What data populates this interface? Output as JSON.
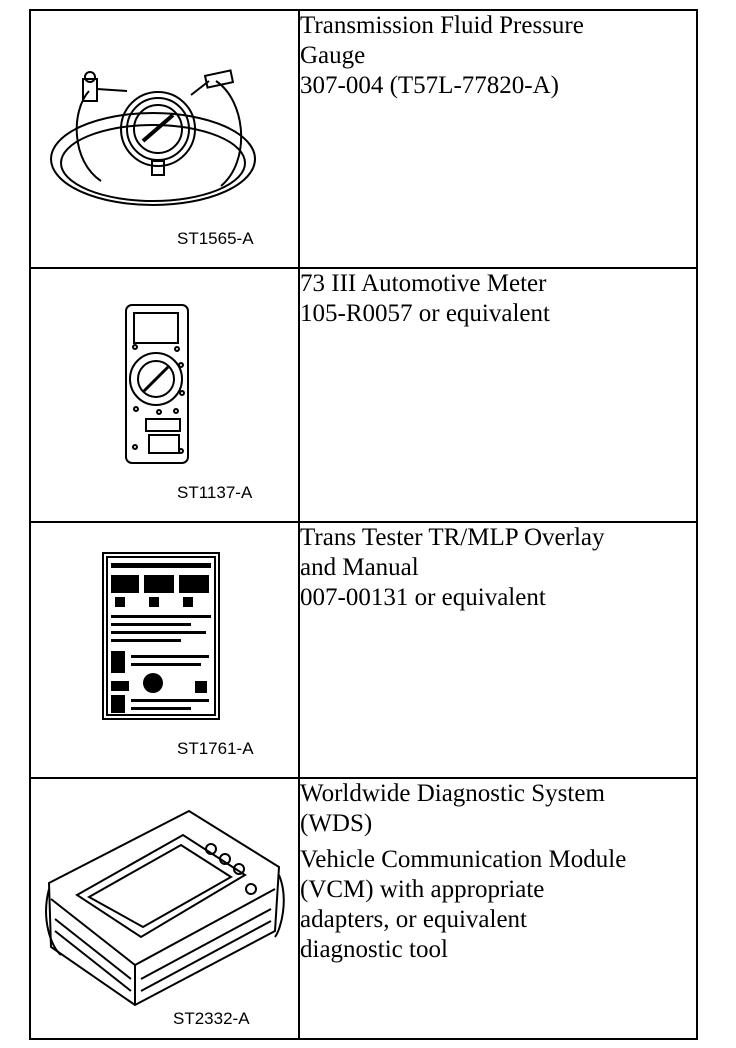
{
  "rows": [
    {
      "image_code": "ST1565-A",
      "icon": "pressure-gauge-icon",
      "lines": [
        "Transmission Fluid Pressure",
        "Gauge",
        "307-004 (T57L-77820-A)"
      ]
    },
    {
      "image_code": "ST1137-A",
      "icon": "multimeter-icon",
      "lines": [
        "73 III Automotive Meter",
        "105-R0057 or equivalent"
      ]
    },
    {
      "image_code": "ST1761-A",
      "icon": "overlay-sheet-icon",
      "lines": [
        "Trans Tester TR/MLP Overlay",
        "and Manual",
        "007-00131 or equivalent"
      ]
    },
    {
      "image_code": "ST2332-A",
      "icon": "diagnostic-tablet-icon",
      "lines": [
        "Worldwide Diagnostic System",
        "(WDS)"
      ],
      "lines2": [
        "Vehicle Communication Module",
        "(VCM) with appropriate",
        "adapters, or equivalent",
        "diagnostic tool"
      ]
    }
  ]
}
